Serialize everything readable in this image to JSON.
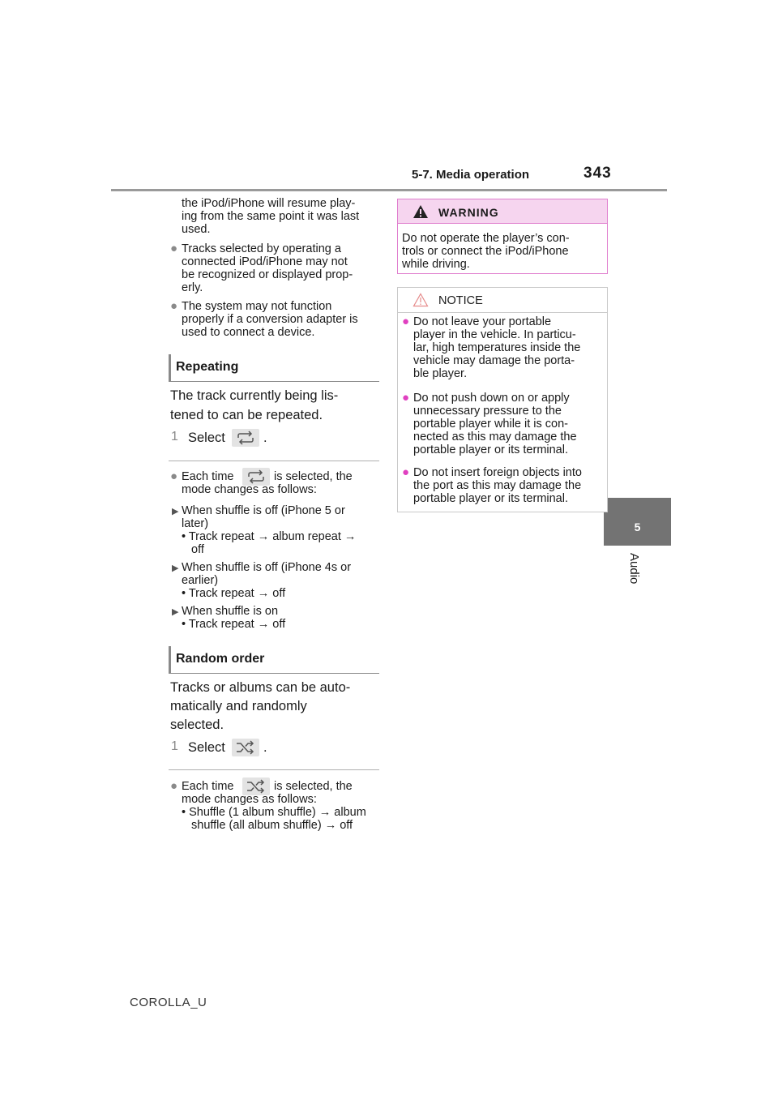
{
  "header": {
    "section_title": "5-7. Media operation",
    "page_number": "343"
  },
  "side_tab": {
    "chapter_number": "5",
    "chapter_label": "Audio"
  },
  "footer": {
    "doc_code": "COROLLA_U"
  },
  "left_column": {
    "intro_lines": [
      "the iPod/iPhone will resume play-",
      "ing from the same point it was last",
      "used."
    ],
    "bullet_1_lines": [
      "Tracks selected by operating a",
      "connected iPod/iPhone may not",
      "be recognized or displayed prop-",
      "erly."
    ],
    "bullet_2_lines": [
      "The system may not function",
      "properly if a conversion adapter is",
      "used to connect a device."
    ],
    "repeating": {
      "heading": "Repeating",
      "body_lines": [
        "The track currently being lis-",
        "tened to can be repeated."
      ],
      "step_number": "1",
      "step_text": "Select",
      "step_suffix": ".",
      "note_prefix": "Each time",
      "note_suffix": "is selected, the",
      "note_line2": "mode changes as follows:",
      "case_1_lines": [
        "When shuffle is off (iPhone 5 or",
        "later)"
      ],
      "case_1_item_lines": [
        "• Track repeat → album repeat →",
        "off"
      ],
      "case_2_lines": [
        "When shuffle is off (iPhone 4s or",
        "earlier)"
      ],
      "case_2_item": "• Track repeat → off",
      "case_3_line": "When shuffle is on",
      "case_3_item": "• Track repeat → off"
    },
    "random": {
      "heading": "Random order",
      "body_lines": [
        "Tracks or albums can be auto-",
        "matically and randomly",
        "selected."
      ],
      "step_number": "1",
      "step_text": "Select",
      "step_suffix": ".",
      "note_prefix": "Each time",
      "note_suffix": "is selected, the",
      "note_line2": "mode changes as follows:",
      "item_lines": [
        "• Shuffle (1 album shuffle) → album",
        "shuffle (all album shuffle) → off"
      ]
    }
  },
  "warning": {
    "label": "WARNING",
    "lines": [
      "Do not operate the player’s con-",
      "trols or connect the iPod/iPhone",
      "while driving."
    ]
  },
  "notice": {
    "label": "NOTICE",
    "bullet_1_lines": [
      "Do not leave your portable",
      "player in the vehicle. In particu-",
      "lar, high temperatures inside the",
      "vehicle may damage the porta-",
      "ble player."
    ],
    "bullet_2_lines": [
      "Do not push down on or apply",
      "unnecessary pressure to the",
      "portable player while it is con-",
      "nected as this may damage the",
      "portable player or its terminal."
    ],
    "bullet_3_lines": [
      "Do not insert foreign objects into",
      "the port as this may damage the",
      "portable player or its terminal."
    ]
  },
  "icons": {
    "repeat": "repeat-icon",
    "shuffle": "shuffle-icon",
    "warning": "warning-triangle-icon",
    "notice": "notice-triangle-icon"
  },
  "colors": {
    "warning_fill": "#f6d5ef",
    "warning_border": "#e07fce",
    "notice_bullet": "#e040c0",
    "side_tab": "#737373"
  }
}
